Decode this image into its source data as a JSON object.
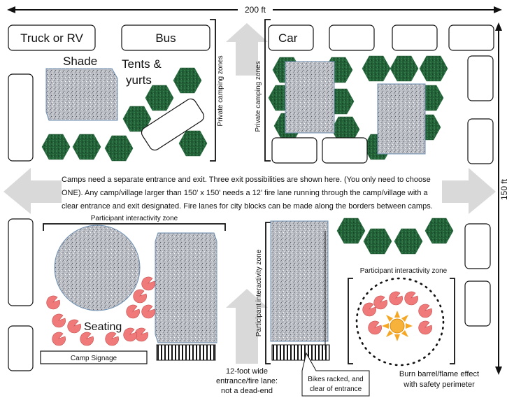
{
  "dimensions": {
    "width": "200 ft",
    "height": "150 ft"
  },
  "vehicles": {
    "truck_rv": "Truck or RV",
    "bus": "Bus",
    "car": "Car"
  },
  "labels": {
    "shade": "Shade",
    "tents_line1": "Tents &",
    "tents_line2": "yurts",
    "private_zones": "Private camping zones",
    "interactivity_zone": "Participant interactivity zone",
    "seating": "Seating",
    "camp_signage": "Camp Signage",
    "entrance_line1": "12-foot wide",
    "entrance_line2": "entrance/fire lane:",
    "entrance_line3": "not a dead-end",
    "bikes_line1": "Bikes racked, and",
    "bikes_line2": "clear of entrance",
    "burn_line1": "Burn barrel/flame effect",
    "burn_line2": "with safety perimeter"
  },
  "note": "Camps need a separate entrance and exit. Three exit possibilities are shown here. (You only need to choose ONE). Any camp/village larger than 150' x 150' needs a 12' fire lane running through the camp/village with a clear entrance and exit designated. Fire lanes for city blocks can be made along the borders between camps.",
  "colors": {
    "tent": "#1f5c36",
    "shade": "#b4b7bd",
    "arrow": "#d9d9d9",
    "seat": "#f07a7a",
    "sun": "#f5a623"
  }
}
